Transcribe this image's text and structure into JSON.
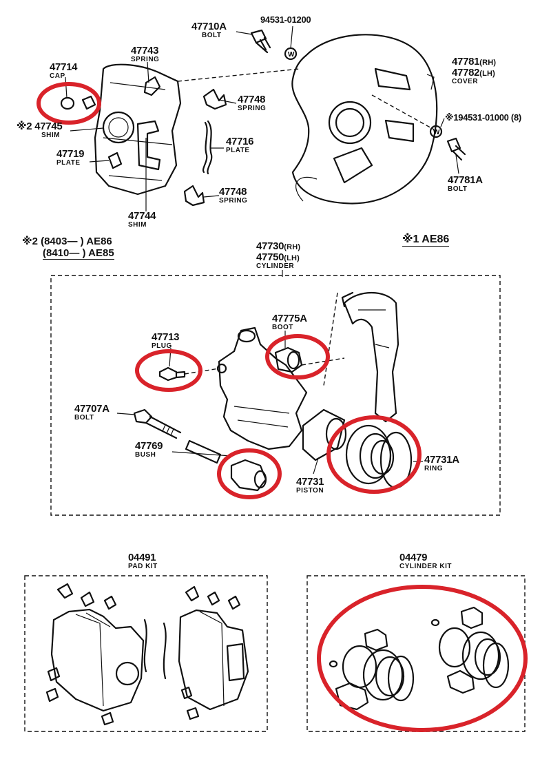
{
  "highlight_color": "#d9232a",
  "labels": {
    "p47710a": "47710A",
    "bolt_a": "BOLT",
    "p94531": "94531-01200",
    "p47743": "47743",
    "spring_a": "SPRING",
    "p47714": "47714",
    "cap": "CAP",
    "p47748a": "47748",
    "spring_b": "SPRING",
    "p47781_rh": "47781",
    "rh": "(RH)",
    "p47782_lh": "47782",
    "lh": "(LH)",
    "cover": "COVER",
    "note2_mark": "※2 47745",
    "shim_a": "SHIM",
    "p47716": "47716",
    "plate_a": "PLATE",
    "p194531": "※194531-01000 (8)",
    "p47719": "47719",
    "plate_b": "PLATE",
    "p47781a": "47781A",
    "bolt_b": "BOLT",
    "p47748b": "47748",
    "spring_c": "SPRING",
    "p47744": "47744",
    "shim_b": "SHIM",
    "note2_line1": "※2 (8403—        ) AE86",
    "note2_line2": "(8410—        ) AE85",
    "p47730": "47730",
    "rh2": "(RH)",
    "p47750": "47750",
    "lh2": "(LH)",
    "cylinder": "CYLINDER",
    "note1": "※1 AE86",
    "p47775a": "47775A",
    "boot": "BOOT",
    "p47713": "47713",
    "plug": "PLUG",
    "p47707a": "47707A",
    "bolt_c": "BOLT",
    "p47769": "47769",
    "bush": "BUSH",
    "p47731a": "47731A",
    "ring": "RING",
    "p47731": "47731",
    "piston": "PISTON",
    "p04491": "04491",
    "pad_kit": "PAD KIT",
    "p04479": "04479",
    "cylinder_kit": "CYLINDER KIT"
  }
}
